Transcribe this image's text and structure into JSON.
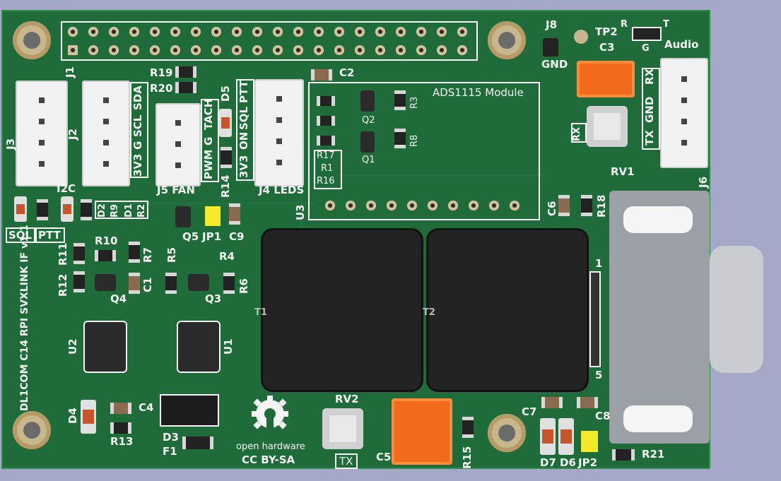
{
  "labels": {
    "j1": "J1",
    "j2": "J2",
    "j3": "J3",
    "j5": "J5 FAN",
    "j4": "J4 LEDS",
    "j6": "J6",
    "j8": "J8",
    "gnd_j8": "GND",
    "tp2": "TP2",
    "c3": "C3",
    "r_t": "R",
    "t_t": "T",
    "g_t": "G",
    "audio": "Audio",
    "r19": "R19",
    "r20": "R20",
    "c2": "C2",
    "d5": "D5",
    "sda": "SDA",
    "scl": "SCL",
    "g_i2c": "G",
    "v3_i2c": "3V3",
    "i2c": "I2C",
    "pwm": "PWM",
    "g_fan": "G",
    "tach": "TACH",
    "ptt": "PTT",
    "sql": "SQL",
    "on": "ON",
    "v3_leds": "3V3",
    "r14": "R14",
    "ads": "ADS1115 Module",
    "r3": "R3",
    "q2": "Q2",
    "r8": "R8",
    "q1": "Q1",
    "r17": "R17",
    "r1": "R1",
    "r16": "R16",
    "u3": "U3",
    "rx_rv1": "RX",
    "rv1": "RV1",
    "rx_j6": "RX",
    "gnd_j6": "GND",
    "tx_j6": "TX",
    "c6": "C6",
    "r18": "R18",
    "d2": "D2",
    "r9": "R9",
    "d1": "D1",
    "r2": "R2",
    "sql_box": "SQL",
    "ptt_box": "PTT",
    "q5": "Q5",
    "jp1": "JP1",
    "c9": "C9",
    "r10": "R10",
    "r11": "R11",
    "r7": "R7",
    "r5": "R5",
    "r4": "R4",
    "r12": "R12",
    "c1": "C1",
    "r6": "R6",
    "q4": "Q4",
    "q3": "Q3",
    "u2": "U2",
    "u1": "U1",
    "t1": "T1",
    "t2": "T2",
    "pin1": "1",
    "pin5": "5",
    "board_title": "DL1COM C14 RPI SVXLINK IF v1.1",
    "d4": "D4",
    "c4": "C4",
    "r13": "R13",
    "d3": "D3",
    "f1": "F1",
    "oh_line1": "open hardware",
    "oh_line2": "CC BY-SA",
    "rv2": "RV2",
    "tx_rv2": "TX",
    "c5": "C5",
    "r15": "R15",
    "c7": "C7",
    "c8": "C8",
    "d7": "D7",
    "d6": "D6",
    "jp2": "JP2",
    "r21": "R21"
  },
  "colors": {
    "board": "#1f6b3a",
    "silkscreen": "#f5f5f5",
    "background": "#a6a8c7",
    "pad": "#c8b68d",
    "orange_cap": "#f26b1d"
  },
  "icons": [
    "mounting-hole-icon",
    "open-hardware-gear-icon"
  ]
}
